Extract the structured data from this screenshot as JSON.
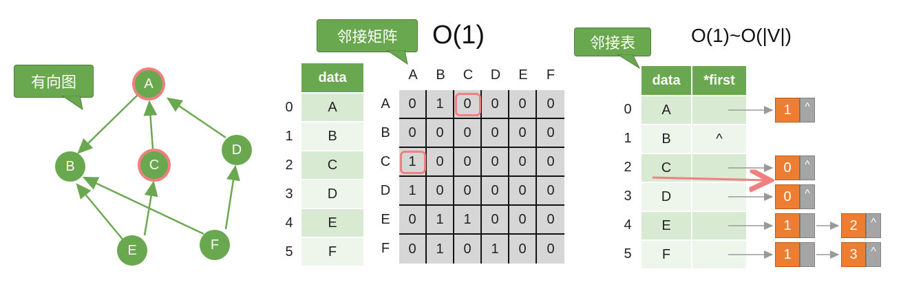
{
  "callouts": {
    "directed_graph": "有向图",
    "adjacency_matrix": "邻接矩阵",
    "adjacency_list": "邻接表"
  },
  "complexity": {
    "matrix": "O(1)",
    "list": "O(1)~O(|V|)"
  },
  "colors": {
    "green": "#6aa84f",
    "orange": "#ed7d31",
    "gray": "#a5a5a5",
    "highlight": "#f08080"
  },
  "graph": {
    "nodes": [
      "A",
      "B",
      "C",
      "D",
      "E",
      "F"
    ],
    "edges": [
      [
        "A",
        "B"
      ],
      [
        "C",
        "A"
      ],
      [
        "D",
        "A"
      ],
      [
        "E",
        "B"
      ],
      [
        "E",
        "C"
      ],
      [
        "F",
        "B"
      ],
      [
        "F",
        "D"
      ]
    ],
    "highlighted": [
      "A",
      "C"
    ]
  },
  "data_table": {
    "header": "data",
    "indices": [
      "0",
      "1",
      "2",
      "3",
      "4",
      "5"
    ],
    "values": [
      "A",
      "B",
      "C",
      "D",
      "E",
      "F"
    ]
  },
  "matrix": {
    "col_labels": [
      "A",
      "B",
      "C",
      "D",
      "E",
      "F"
    ],
    "row_labels": [
      "A",
      "B",
      "C",
      "D",
      "E",
      "F"
    ],
    "rows": [
      [
        "0",
        "1",
        "0",
        "0",
        "0",
        "0"
      ],
      [
        "0",
        "0",
        "0",
        "0",
        "0",
        "0"
      ],
      [
        "1",
        "0",
        "0",
        "0",
        "0",
        "0"
      ],
      [
        "1",
        "0",
        "0",
        "0",
        "0",
        "0"
      ],
      [
        "0",
        "1",
        "1",
        "0",
        "0",
        "0"
      ],
      [
        "0",
        "1",
        "0",
        "1",
        "0",
        "0"
      ]
    ],
    "highlighted_cells": [
      [
        0,
        2
      ],
      [
        2,
        0
      ]
    ]
  },
  "adj_list": {
    "header_data": "data",
    "header_first": "*first",
    "indices": [
      "0",
      "1",
      "2",
      "3",
      "4",
      "5"
    ],
    "values": [
      "A",
      "B",
      "C",
      "D",
      "E",
      "F"
    ],
    "null_symbol": "^",
    "null_first_row": 1,
    "chains": [
      [
        "1"
      ],
      [],
      [
        "0"
      ],
      [
        "0"
      ],
      [
        "1",
        "2"
      ],
      [
        "1",
        "3"
      ]
    ]
  }
}
